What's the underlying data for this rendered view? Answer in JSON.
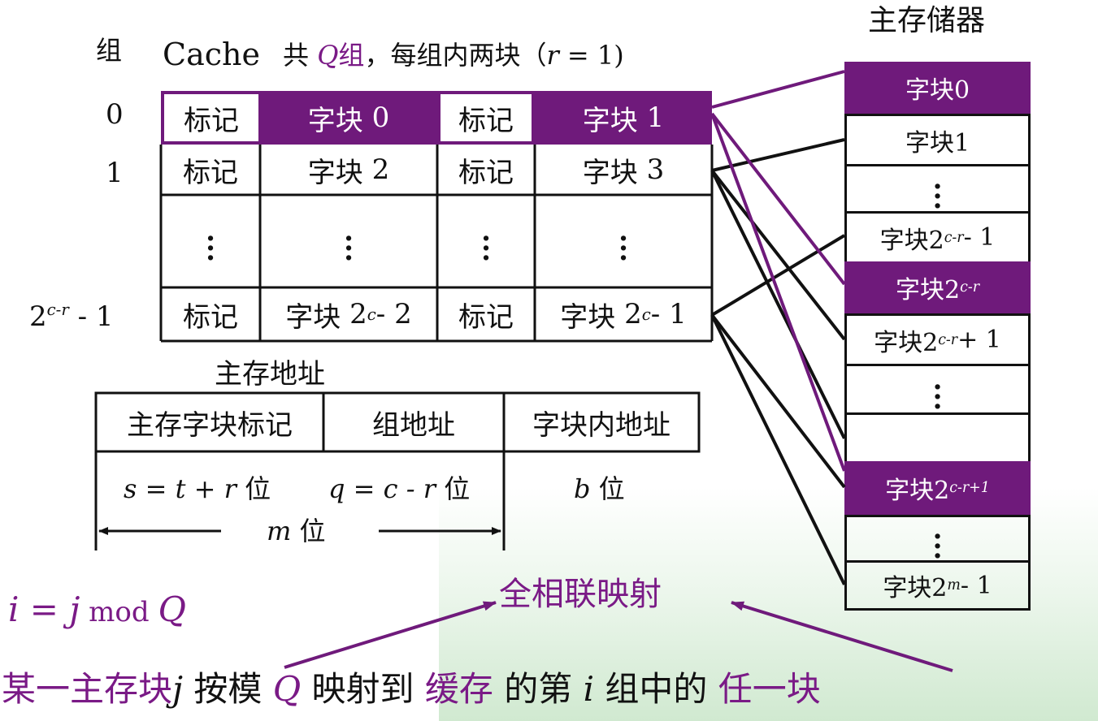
{
  "main_memory_title": "主存储器",
  "cache": {
    "group_label": "组",
    "title": "Cache",
    "caption_prefix": "共",
    "caption_Q": "Q",
    "caption_group": "组",
    "caption_rest": "，每组内两块（",
    "caption_r": "r",
    "caption_eq": " = 1)",
    "row_labels": [
      "0",
      "1",
      "2",
      "c-r",
      " - 1"
    ],
    "tag_label": "标记",
    "block_prefix": "字块",
    "rows": [
      {
        "b0": "0",
        "b1": "1"
      },
      {
        "b0": "2",
        "b1": "3"
      },
      {
        "b0_base": "2",
        "b0_sup": "c",
        "b0_tail": " - 2",
        "b1_base": "2",
        "b1_sup": "c",
        "b1_tail": " - 1"
      }
    ]
  },
  "address": {
    "title": "主存地址",
    "fields": [
      "主存字块标记",
      "组地址",
      "字块内地址"
    ],
    "s_expr": "s = t + r",
    "q_expr": "q = c - r",
    "b_expr": "b",
    "m_expr": "m",
    "bit_unit": "位"
  },
  "memory": {
    "blocks": [
      "字块0",
      "字块1",
      "字块2",
      "c-r",
      " - 1",
      "字块2",
      "c-r",
      "字块2",
      "c-r",
      " + 1",
      "字块2",
      "c-r+1",
      "字块2",
      "m",
      " - 1"
    ]
  },
  "formula": {
    "i": "i",
    "eq": " = ",
    "j": "j",
    "mod": " mod ",
    "Q": "Q"
  },
  "mapping_label": "全相联映射",
  "bottom_sentence": {
    "p1": "某一主存块",
    "j": "j",
    "p2": " 按模 ",
    "Q": "Q",
    "p3": " 映射到 ",
    "p4": "缓存",
    "p5": " 的第 ",
    "i": "i",
    "p6": " 组中的 ",
    "p7": "任一块"
  },
  "colors": {
    "accent": "#6f1a7b",
    "accent_text": "#7a1a86",
    "line": "#111111"
  }
}
